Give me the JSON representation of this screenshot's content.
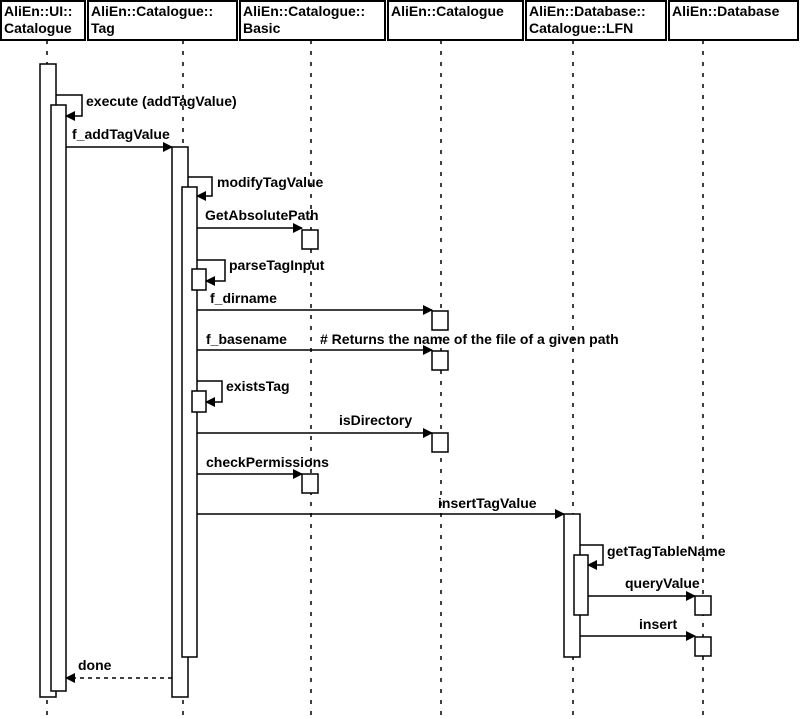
{
  "participants": [
    {
      "id": "ui",
      "lines": [
        "AliEn::UI::",
        "Catalogue"
      ]
    },
    {
      "id": "tag",
      "lines": [
        "AliEn::Catalogue::",
        "Tag"
      ]
    },
    {
      "id": "basic",
      "lines": [
        "AliEn::Catalogue::",
        "Basic"
      ]
    },
    {
      "id": "cat",
      "lines": [
        "AliEn::Catalogue"
      ]
    },
    {
      "id": "lfn",
      "lines": [
        "AliEn::Database::",
        "Catalogue::LFN"
      ]
    },
    {
      "id": "db",
      "lines": [
        "AliEn::Database"
      ]
    }
  ],
  "messages": [
    {
      "from": "ui",
      "to": "ui",
      "label": "execute (addTagValue)",
      "kind": "self"
    },
    {
      "from": "ui",
      "to": "tag",
      "label": "f_addTagValue",
      "kind": "call"
    },
    {
      "from": "tag",
      "to": "tag",
      "label": "modifyTagValue",
      "kind": "self"
    },
    {
      "from": "tag",
      "to": "basic",
      "label": "GetAbsolutePath",
      "kind": "call"
    },
    {
      "from": "tag",
      "to": "tag",
      "label": "parseTagInput",
      "kind": "self"
    },
    {
      "from": "tag",
      "to": "cat",
      "label": "f_dirname",
      "kind": "call"
    },
    {
      "from": "tag",
      "to": "cat",
      "label": "f_basename",
      "kind": "call",
      "note": "# Returns the name of the file of a given path"
    },
    {
      "from": "tag",
      "to": "tag",
      "label": "existsTag",
      "kind": "self"
    },
    {
      "from": "tag",
      "to": "cat",
      "label": "isDirectory",
      "kind": "call"
    },
    {
      "from": "tag",
      "to": "basic",
      "label": "checkPermissions",
      "kind": "call"
    },
    {
      "from": "tag",
      "to": "lfn",
      "label": "insertTagValue",
      "kind": "call"
    },
    {
      "from": "lfn",
      "to": "lfn",
      "label": "getTagTableName",
      "kind": "self"
    },
    {
      "from": "lfn",
      "to": "db",
      "label": "queryValue",
      "kind": "call"
    },
    {
      "from": "lfn",
      "to": "db",
      "label": "insert",
      "kind": "call"
    },
    {
      "from": "tag",
      "to": "ui",
      "label": "done",
      "kind": "return"
    }
  ]
}
